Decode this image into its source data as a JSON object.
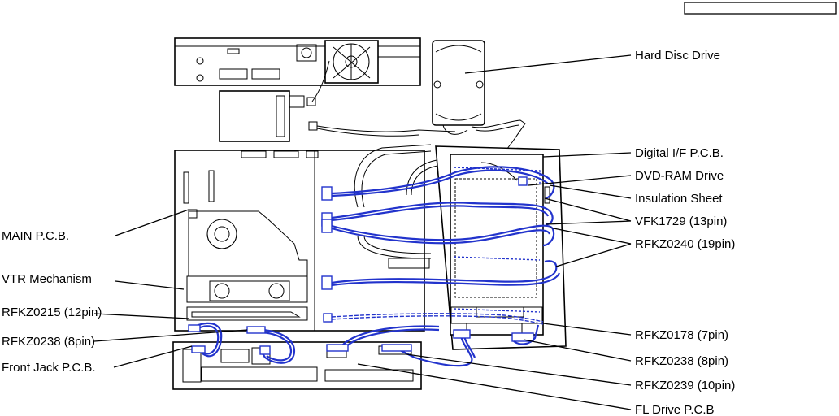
{
  "labels": {
    "hdd": "Hard Disc Drive",
    "digital_if": "Digital I/F P.C.B.",
    "dvd_ram": "DVD-RAM Drive",
    "insulation": "Insulation Sheet",
    "vfk1729": "VFK1729 (13pin)",
    "rfkz0240": "RFKZ0240 (19pin)",
    "main_pcb": "MAIN P.C.B.",
    "vtr": "VTR Mechanism",
    "rfkz0215": "RFKZ0215 (12pin)",
    "rfkz0238_left": "RFKZ0238 (8pin)",
    "front_jack": "Front Jack P.C.B.",
    "rfkz0178": "RFKZ0178 (7pin)",
    "rfkz0238_right": "RFKZ0238 (8pin)",
    "rfkz0239": "RFKZ0239 (10pin)",
    "fl_drive": "FL Drive P.C.B"
  },
  "colors": {
    "cable": "#2233cc",
    "line": "#000000",
    "background": "#ffffff"
  }
}
